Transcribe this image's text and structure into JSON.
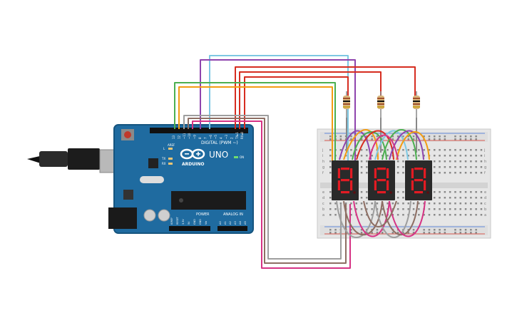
{
  "arduino": {
    "brand": "ARDUINO",
    "model": "UNO",
    "digital_label": "DIGITAL (PWM ~)",
    "analog_label": "ANALOG IN",
    "power_label": "POWER",
    "on_label": "ON",
    "l_label": "L",
    "tx_label": "TX",
    "rx_label": "RX",
    "aref_label": "AREF",
    "gnd_label": "GND",
    "digital_pins": [
      "13",
      "12",
      "~11",
      "~10",
      "~9",
      "8",
      "7",
      "~6",
      "~5",
      "4",
      "~3",
      "2",
      "TX▸1",
      "RX◂0"
    ],
    "power_pins": [
      "IOREF",
      "RESET",
      "3.3V",
      "5V",
      "GND",
      "GND",
      "Vin"
    ],
    "analog_pins": [
      "A0",
      "A1",
      "A2",
      "A3",
      "A4",
      "A5"
    ]
  },
  "breadboard": {
    "row_letters_top": [
      "j",
      "i",
      "h",
      "g",
      "f"
    ],
    "row_letters_bottom": [
      "e",
      "d",
      "c",
      "b",
      "a"
    ]
  },
  "displays": [
    {
      "id": "display-1",
      "digit": "8"
    },
    {
      "id": "display-2",
      "digit": "8"
    },
    {
      "id": "display-3",
      "digit": "8"
    }
  ],
  "resistors": [
    {
      "id": "resistor-1"
    },
    {
      "id": "resistor-2"
    },
    {
      "id": "resistor-3"
    }
  ],
  "colors": {
    "board": "#1f6ba0",
    "breadboard": "#e8e8e8",
    "wire_cyan": "#7ec8e3",
    "wire_purple": "#8e44ad",
    "wire_red": "#d62d20",
    "wire_green": "#4caf50",
    "wire_orange": "#f39c12",
    "wire_gray": "#9e9e9e",
    "wire_magenta": "#d63384",
    "wire_brown": "#8d6e63"
  }
}
